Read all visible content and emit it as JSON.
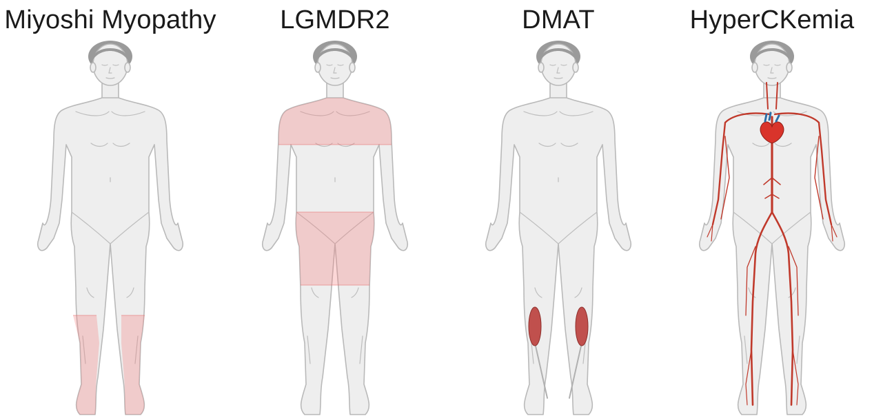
{
  "panels": [
    {
      "title": "Miyoshi Myopathy",
      "icon": "body-lower-legs-highlighted"
    },
    {
      "title": "LGMDR2",
      "icon": "body-shoulders-thighs-highlighted"
    },
    {
      "title": "DMAT",
      "icon": "body-calves-highlighted"
    },
    {
      "title": "HyperCKemia",
      "icon": "body-circulatory-system"
    }
  ],
  "colors": {
    "highlight": "#f47a7a",
    "muscle": "#c0504d",
    "vessel": "#c0392b",
    "heart": "#d9342b",
    "skin": "#eeeeee"
  }
}
